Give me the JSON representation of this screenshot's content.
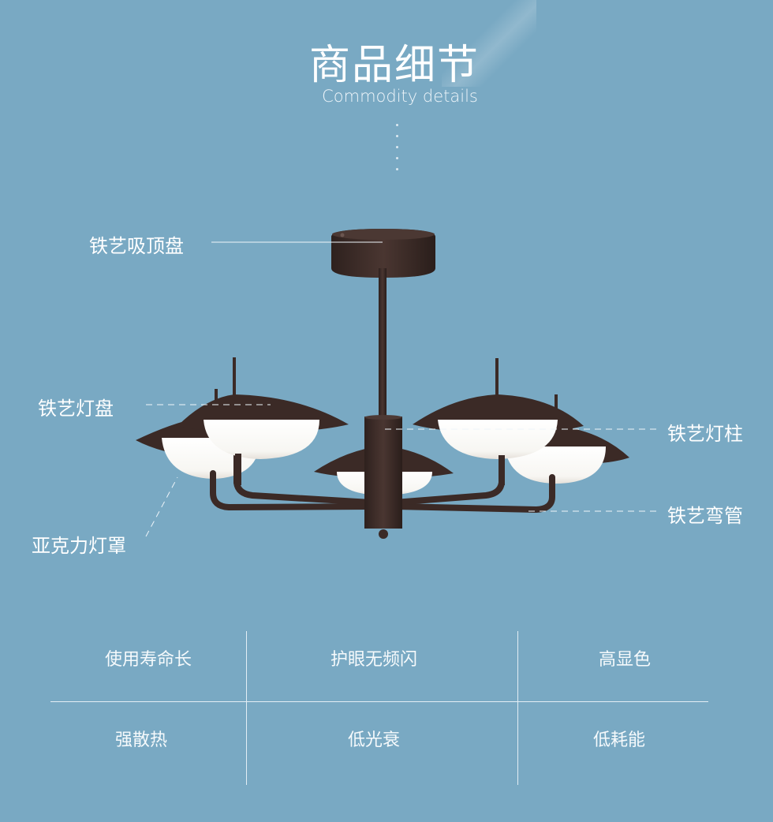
{
  "header": {
    "title": "商品细节",
    "subtitle": "Commodity details"
  },
  "callouts": {
    "ceiling_plate": "铁艺吸顶盘",
    "lamp_disc": "铁艺灯盘",
    "acrylic_shade": "亚克力灯罩",
    "lamp_column": "铁艺灯柱",
    "curved_tube": "铁艺弯管"
  },
  "features": [
    {
      "label": "使用寿命长"
    },
    {
      "label": "护眼无频闪"
    },
    {
      "label": "高显色"
    },
    {
      "label": "强散热"
    },
    {
      "label": "低光衰"
    },
    {
      "label": "低耗能"
    }
  ],
  "colors": {
    "background": "#79a9c3",
    "metal": "#3b2a26",
    "shade": "#fbfbf8"
  }
}
